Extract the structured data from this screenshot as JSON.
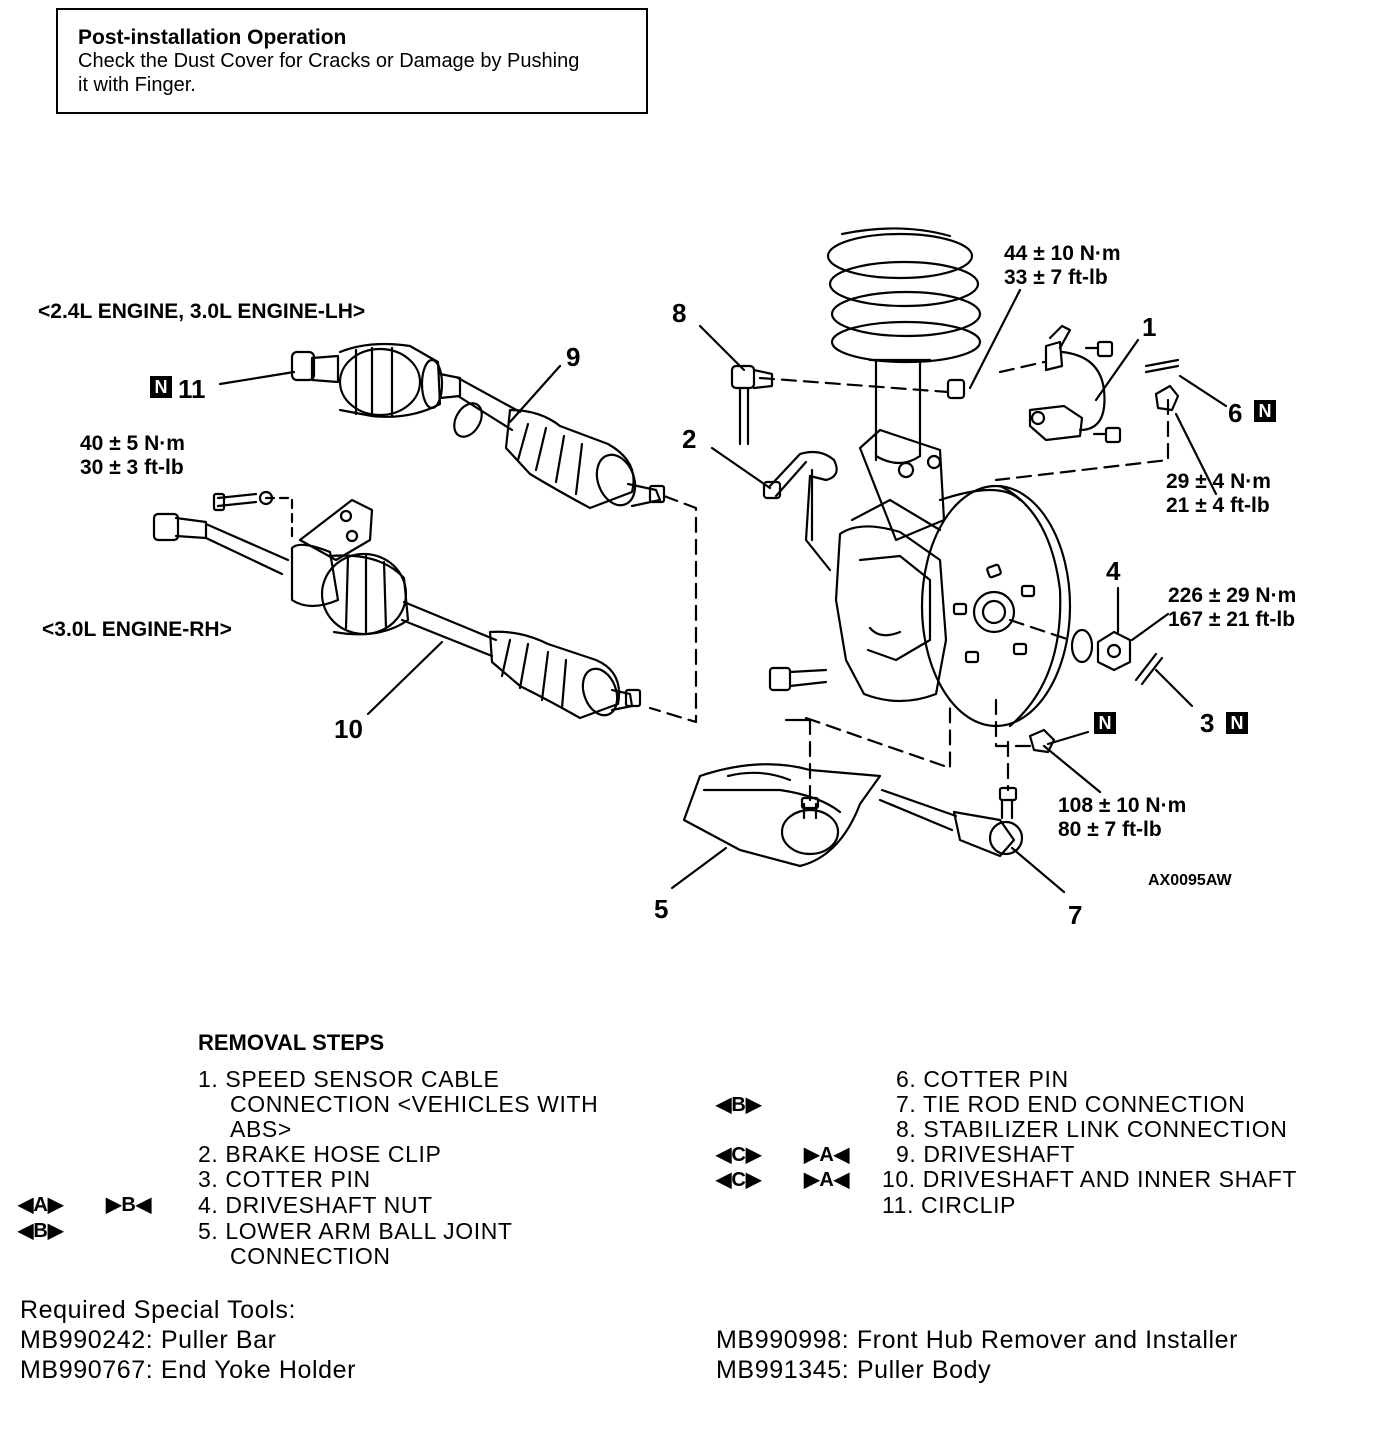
{
  "note": {
    "title": "Post-installation Operation",
    "line1": "Check the Dust Cover for Cracks or Damage by Pushing",
    "line2": "it with Finger."
  },
  "diagram": {
    "engine_lh_label": "<2.4L ENGINE, 3.0L ENGINE-LH>",
    "engine_rh_label": "<3.0L ENGINE-RH>",
    "figure_code": "AX0095AW",
    "new_part_mark": "N",
    "callouts": {
      "c1": "1",
      "c2": "2",
      "c3": "3",
      "c4": "4",
      "c5": "5",
      "c6": "6",
      "c7": "7",
      "c8": "8",
      "c9": "9",
      "c10": "10",
      "c11": "11"
    },
    "torques": {
      "t_top_nm": "44 ± 10 N·m",
      "t_top_ft": "33 ± 7 ft-lb",
      "t_left_nm": "40 ± 5 N·m",
      "t_left_ft": "30 ± 3 ft-lb",
      "t_right_nm": "29 ± 4 N·m",
      "t_right_ft": "21 ± 4 ft-lb",
      "t_hub_nm": "226 ± 29 N·m",
      "t_hub_ft": "167 ± 21 ft-lb",
      "t_tie_nm": "108 ± 10 N·m",
      "t_tie_ft": "80 ± 7 ft-lb"
    }
  },
  "removal_steps": {
    "title": "REMOVAL STEPS",
    "left_lines": [
      "1. SPEED SENSOR CABLE",
      "CONNECTION <VEHICLES WITH",
      "ABS>",
      "2. BRAKE HOSE CLIP",
      "3. COTTER PIN",
      "4. DRIVESHAFT NUT",
      "5. LOWER ARM BALL JOINT",
      "CONNECTION"
    ],
    "right_lines": [
      "6. COTTER PIN",
      "7. TIE ROD END CONNECTION",
      "8. STABILIZER LINK CONNECTION",
      "9. DRIVESHAFT",
      "10. DRIVESHAFT AND INNER SHAFT",
      "11. CIRCLIP"
    ],
    "marks": {
      "m4a": "◀A▶",
      "m4b": "▶B◀",
      "m5": "◀B▶",
      "m7": "◀B▶",
      "m9a": "◀C▶",
      "m9b": "▶A◀",
      "m10a": "◀C▶",
      "m10b": "▶A◀"
    }
  },
  "tools": {
    "title": "Required Special Tools:",
    "items": [
      "MB990242: Puller Bar",
      "MB990767: End Yoke Holder",
      "MB990998: Front Hub Remover and Installer",
      "MB991345: Puller Body"
    ]
  }
}
